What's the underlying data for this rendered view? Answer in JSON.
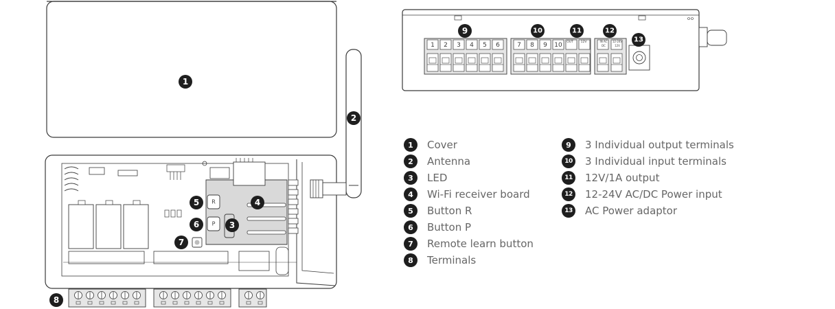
{
  "callouts": {
    "c1": "1",
    "c2": "2",
    "c3": "3",
    "c4": "4",
    "c5": "5",
    "c6": "6",
    "c7": "7",
    "c8": "8",
    "c9": "9",
    "c10": "10",
    "c11": "11",
    "c12": "12",
    "c13": "13"
  },
  "board_marks": {
    "button_r": "R",
    "button_p": "P"
  },
  "terminal_numbers": [
    "1",
    "2",
    "3",
    "4",
    "5",
    "6",
    "7",
    "8",
    "9",
    "10"
  ],
  "terminal_labels": {
    "out": "OUT",
    "twelve_v": "12V",
    "in_ac_dc": "IN AC",
    "dc": "DC",
    "v_range": "12-24V",
    "v12": "12V"
  },
  "legend": {
    "left": [
      {
        "num": "1",
        "label": "Cover"
      },
      {
        "num": "2",
        "label": "Antenna"
      },
      {
        "num": "3",
        "label": "LED"
      },
      {
        "num": "4",
        "label": "Wi-Fi receiver board"
      },
      {
        "num": "5",
        "label": "Button R"
      },
      {
        "num": "6",
        "label": "Button P"
      },
      {
        "num": "7",
        "label": "Remote learn button"
      },
      {
        "num": "8",
        "label": "Terminals"
      }
    ],
    "right": [
      {
        "num": "9",
        "label": "3 Individual output terminals"
      },
      {
        "num": "10",
        "label": "3 Individual input terminals"
      },
      {
        "num": "11",
        "label": "12V/1A output"
      },
      {
        "num": "12",
        "label": "12-24V AC/DC Power input"
      },
      {
        "num": "13",
        "label": "AC Power adaptor"
      }
    ]
  },
  "colors": {
    "outline": "#3a3a3a",
    "panel_fill": "#e6e6e6",
    "board_grey": "#d9d9d9",
    "badge": "#1e1e1e",
    "legend_text": "#666666"
  }
}
